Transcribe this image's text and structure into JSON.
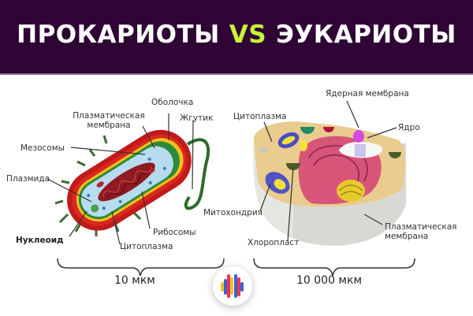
{
  "header": {
    "title_left": "ПРОКАРИОТЫ",
    "title_vs": "VS",
    "title_right": "ЭУКАРИОТЫ",
    "background_color": "#2e0534",
    "vs_color": "#c9f23a"
  },
  "prokaryote": {
    "labels": {
      "shell": "Оболочка",
      "plasma_membrane_1": "Плазматическая",
      "plasma_membrane_2": "мембрана",
      "flagellum": "Жгутик",
      "mesosomes": "Мезосомы",
      "plasmid": "Плазмида",
      "nucleoid": "Нуклеоид",
      "ribosomes": "Рибосомы",
      "cytoplasm": "Цитоплазма"
    },
    "scale": "10 мкм"
  },
  "eukaryote": {
    "labels": {
      "nuclear_membrane": "Ядерная мембрана",
      "cytoplasm": "Цитоплазма",
      "nucleus": "Ядро",
      "mitochondria": "Митохондрия",
      "chloroplast": "Хлоропласт",
      "plasma_membrane_1": "Плазматическая",
      "plasma_membrane_2": "мембрана"
    },
    "scale": "10 000 мкм"
  },
  "logo": {
    "icon": "brain-logo-icon"
  }
}
